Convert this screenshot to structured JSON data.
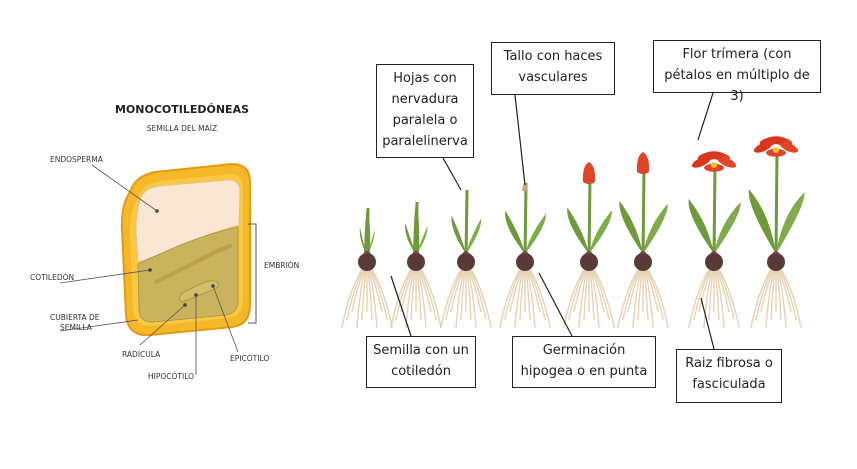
{
  "seed": {
    "title": "MONOCOTILEDÓNEAS",
    "subtitle": "SEMILLA DEL MAÍZ",
    "labels": {
      "endosperma": "ENDOSPERMA",
      "cotiledon": "COTILEDÓN",
      "cubierta_1": "CUBIERTA DE",
      "cubierta_2": "SEMILLA",
      "radicula": "RADÍCULA",
      "hipocotilo": "HIPOCÓTILO",
      "epicotilo": "EPICÓTILO",
      "embrion": "EMBRIÓN"
    }
  },
  "callouts": {
    "hojas": "Hojas con nervadura paralela o paralelinerva",
    "tallo": "Tallo con haces vasculares",
    "flor": "Flor trímera (con pétalos en múltiplo de 3)",
    "semilla": "Semilla con un cotiledón",
    "germinacion": "Germinación hipogea o en punta",
    "raiz": "Raiz fibrosa o fasciculada"
  },
  "colors": {
    "seed_coat": "#f5b829",
    "seed_coat_edge": "#e59a10",
    "endosperm": "#fbe6d3",
    "embryo": "#c9b35c",
    "leaf": "#6f9a3c",
    "bulb": "#5a3a36",
    "root": "#e6d2b3",
    "petal": "#e0452a"
  }
}
